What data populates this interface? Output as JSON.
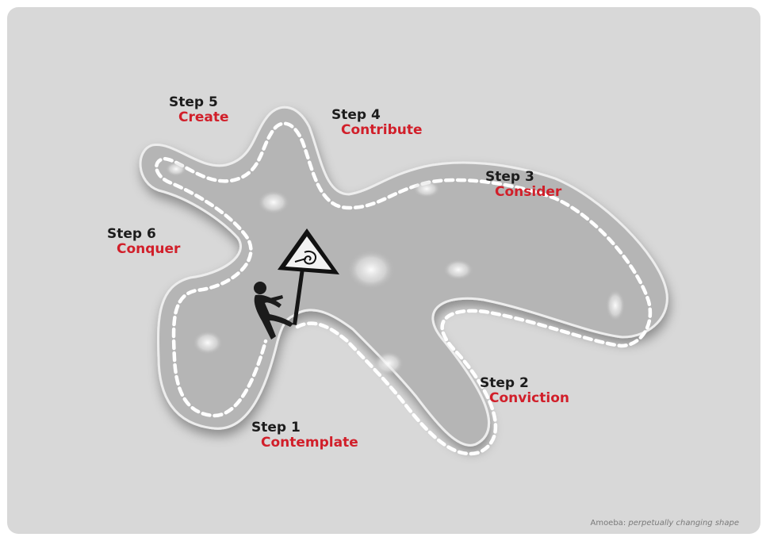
{
  "steps": [
    {
      "number": "Step 1",
      "name": "Contemplate"
    },
    {
      "number": "Step 2",
      "name": "Conviction"
    },
    {
      "number": "Step 3",
      "name": "Consider"
    },
    {
      "number": "Step 4",
      "name": "Contribute"
    },
    {
      "number": "Step 5",
      "name": "Create"
    },
    {
      "number": "Step 6",
      "name": "Conquer"
    }
  ],
  "caption": {
    "label": "Amoeba:",
    "subtitle": "perpetually changing shape"
  },
  "colors": {
    "background": "#d8d8d8",
    "step_number": "#1c1c1c",
    "step_name": "#d11f2a",
    "amoeba_fill": "#b5b5b5",
    "path_dashes": "#ffffff"
  },
  "icons": [
    "amoeba-shape",
    "warning-sign-icon",
    "person-figure-icon"
  ]
}
